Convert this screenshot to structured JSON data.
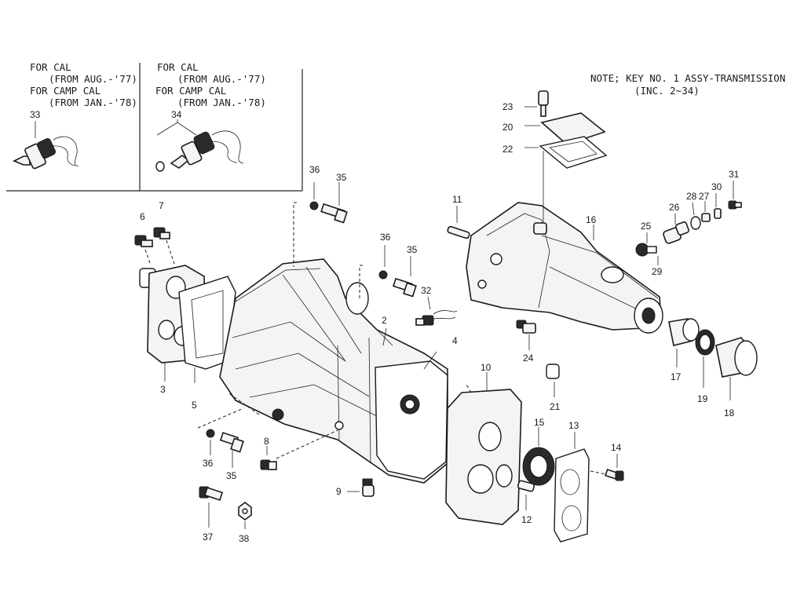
{
  "note": {
    "line1": "NOTE; KEY NO. 1 ASSY-TRANSMISSION",
    "line2": "(INC. 2~34)"
  },
  "inset_left": {
    "l1": "FOR CAL",
    "l2": "(FROM AUG.-'77)",
    "l3": "FOR CAMP CAL",
    "l4": "(FROM JAN.-'78)",
    "key": "33"
  },
  "inset_right": {
    "l1": "FOR CAL",
    "l2": "(FROM AUG.-'77)",
    "l3": "FOR CAMP CAL",
    "l4": "(FROM JAN.-'78)",
    "key": "34"
  },
  "callouts": {
    "n2": "2",
    "n3": "3",
    "n4": "4",
    "n5": "5",
    "n6": "6",
    "n7": "7",
    "n8": "8",
    "n9": "9",
    "n10": "10",
    "n11": "11",
    "n12": "12",
    "n13": "13",
    "n14": "14",
    "n15": "15",
    "n16": "16",
    "n17": "17",
    "n18": "18",
    "n19": "19",
    "n20": "20",
    "n21": "21",
    "n22": "22",
    "n23": "23",
    "n24": "24",
    "n25": "25",
    "n26": "26",
    "n27": "27",
    "n28": "28",
    "n29": "29",
    "n30": "30",
    "n31": "31",
    "n32": "32",
    "n35a": "35",
    "n35b": "35",
    "n35c": "35",
    "n36a": "36",
    "n36b": "36",
    "n36c": "36",
    "n37": "37",
    "n38": "38"
  }
}
